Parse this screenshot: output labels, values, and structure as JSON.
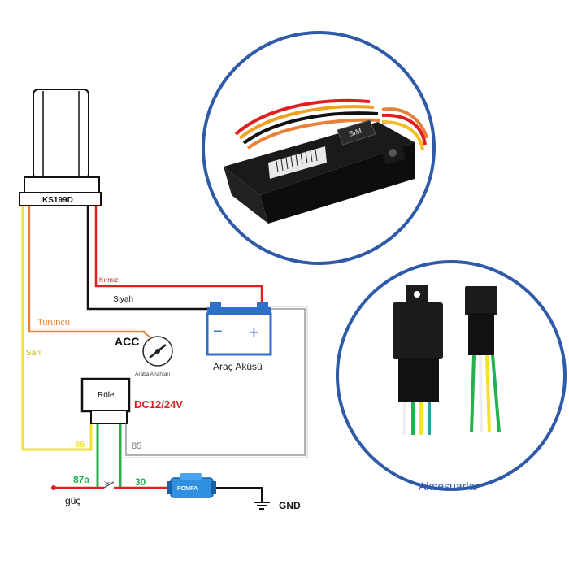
{
  "device": {
    "model": "KS199D"
  },
  "wires": {
    "red": "Kırmızı",
    "black": "Siyah",
    "orange": "Turuncu",
    "yellow": "Sarı"
  },
  "acc": {
    "label": "ACC",
    "caption": "Araba Anahtarı"
  },
  "battery": {
    "label": "Araç Aküsü",
    "minus": "−",
    "plus": "+"
  },
  "relay": {
    "label": "Röle",
    "voltage": "DC12/24V"
  },
  "pins": {
    "p86": "86",
    "p85": "85",
    "p87a": "87a",
    "p30": "30"
  },
  "power_label": "güç",
  "pump": {
    "label": "POMPA"
  },
  "ground": {
    "label": "GND"
  },
  "accessories": {
    "label": "Aksesuarlar"
  },
  "photo": {
    "sim_text": "SIM"
  },
  "colors": {
    "circle_border": "#2e5aa8",
    "red_wire": "#e02020",
    "black_wire": "#111111",
    "orange_wire": "#e8803a",
    "yellow_wire": "#f2e230",
    "green_wire": "#22b14c",
    "grey_wire": "#9a9a9a",
    "relay_text": "#d21f1f",
    "pump_blue": "#2f8fe0"
  }
}
